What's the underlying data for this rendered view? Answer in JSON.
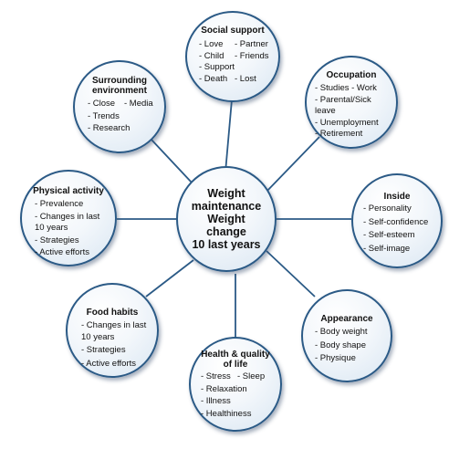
{
  "center": {
    "lines": [
      "Weight",
      "maintenance",
      "Weight",
      "change",
      "10 last years"
    ]
  },
  "nodes": {
    "social_support": {
      "title": [
        "Social support"
      ],
      "rows": [
        [
          "- Love",
          "- Partner"
        ],
        [
          "- Child",
          "- Friends"
        ],
        [
          "- Support"
        ],
        [
          "- Death",
          "- Lost"
        ]
      ]
    },
    "occupation": {
      "title": [
        "Occupation"
      ],
      "rows": [
        [
          "- Studies - Work"
        ],
        [
          "- Parental/Sick leave"
        ],
        [
          "- Unemployment"
        ],
        [
          "- Retirement"
        ]
      ]
    },
    "inside": {
      "title": [
        "Inside"
      ],
      "rows": [
        [
          "- Personality"
        ],
        [
          "- Self-confidence"
        ],
        [
          "- Self-esteem"
        ],
        [
          "- Self-image"
        ]
      ]
    },
    "appearance": {
      "title": [
        "Appearance"
      ],
      "rows": [
        [
          "- Body weight"
        ],
        [
          "- Body shape"
        ],
        [
          "- Physique"
        ]
      ]
    },
    "health_quality": {
      "title": [
        "Health & quality",
        "of life"
      ],
      "rows": [
        [
          "- Stress",
          "- Sleep"
        ],
        [
          "- Relaxation"
        ],
        [
          "- Illness"
        ],
        [
          "- Healthiness"
        ]
      ]
    },
    "food_habits": {
      "title": [
        "Food habits"
      ],
      "rows": [
        [
          "- Changes in last 10 years"
        ],
        [
          "- Strategies"
        ],
        [
          "- Active efforts"
        ]
      ]
    },
    "physical_activity": {
      "title": [
        "Physical activity"
      ],
      "rows": [
        [
          "- Prevalence"
        ],
        [
          "- Changes in last 10 years"
        ],
        [
          "- Strategies"
        ],
        [
          "- Active efforts"
        ]
      ]
    },
    "surrounding": {
      "title": [
        "Surrounding",
        "environment"
      ],
      "rows": [
        [
          "- Close",
          "- Media"
        ],
        [
          "- Trends"
        ],
        [
          "- Research"
        ]
      ]
    }
  },
  "colors": {
    "border": "#2b5a86",
    "connector": "#2b5a86"
  }
}
